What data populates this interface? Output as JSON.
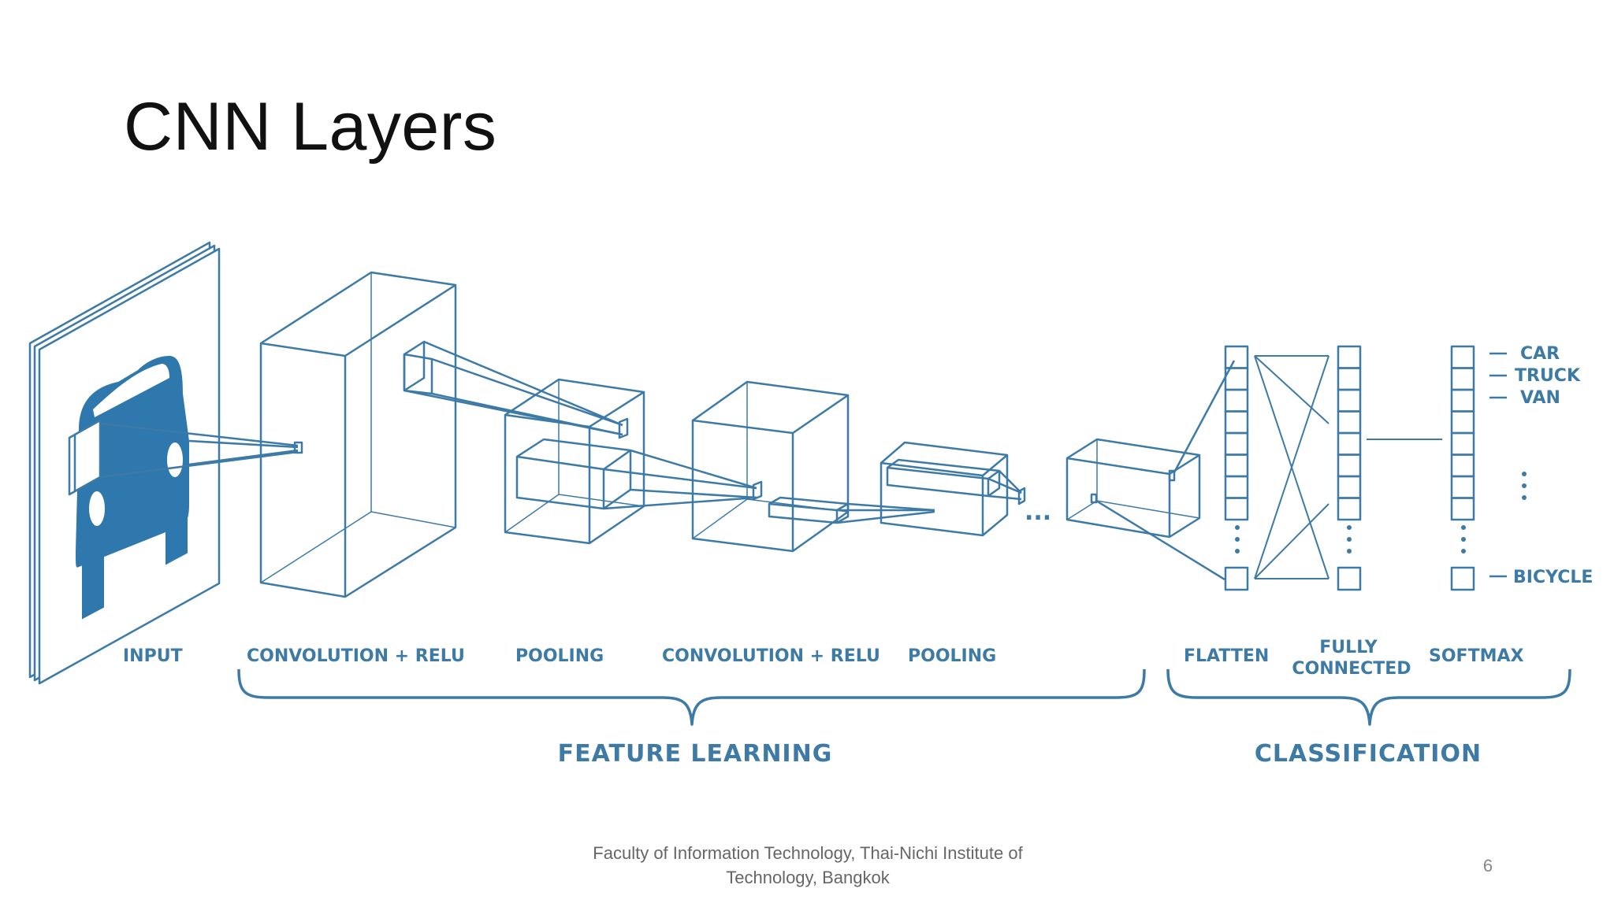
{
  "slide": {
    "title": "CNN Layers",
    "footer": "Faculty of Information Technology, Thai-Nichi Institute of Technology, Bangkok",
    "page_number": "6"
  },
  "diagram": {
    "stage_labels": {
      "input": "INPUT",
      "conv1": "CONVOLUTION + RELU",
      "pool1": "POOLING",
      "conv2": "CONVOLUTION + RELU",
      "pool2": "POOLING",
      "flatten": "FLATTEN",
      "fully_connected_line1": "FULLY",
      "fully_connected_line2": "CONNECTED",
      "softmax": "SOFTMAX"
    },
    "group_labels": {
      "feature_learning": "FEATURE LEARNING",
      "classification": "CLASSIFICATION"
    },
    "output_classes": [
      "CAR",
      "TRUCK",
      "VAN",
      "BICYCLE"
    ],
    "ellipsis": "...",
    "colors": {
      "line": "#3d7aa6",
      "fill": "#2e78ad"
    }
  }
}
